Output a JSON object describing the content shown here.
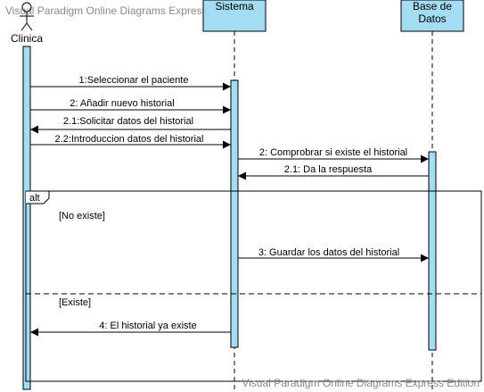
{
  "watermark": {
    "top": "Visual Paradigm Online Diagrams Express Edition",
    "bottom": "Visual Paradigm Online Diagrams Express Edition"
  },
  "lifelines": {
    "clinica": "Clinica",
    "sistema": "Sistema",
    "base_line1": "Base de",
    "base_line2": "Datos"
  },
  "messages": {
    "m1": "1:Seleccionar el paciente",
    "m2": "2: Añadir nuevo historial",
    "m2_1": "2.1:Solicitar datos del historial",
    "m2_2": "2.2:Introduccion datos del historial",
    "m_check": "2: Comprobrar si existe el historial",
    "m_resp": "2.1: Da la respuesta",
    "m_save": "3: Guardar los datos del historial",
    "m_exists": "4: El historial ya existe"
  },
  "fragment": {
    "operator": "alt",
    "guard1": "[No existe]",
    "guard2": "[Existe]"
  },
  "colors": {
    "lifeline_fill": "#a3dcf3",
    "stroke": "#000000",
    "watermark": "#8a8a8a"
  }
}
